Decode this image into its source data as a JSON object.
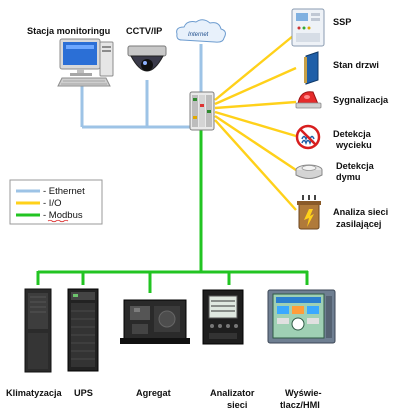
{
  "top_devices": {
    "monitoring_station": "Stacja monitoringu",
    "cctv": "CCTV/IP",
    "internet": "Internet"
  },
  "io_devices": {
    "ssp": "SSP",
    "door": "Stan drzwi",
    "alarm": "Sygnalizacja",
    "leak_1": "Detekcja",
    "leak_2": "wycieku",
    "smoke_1": "Detekcja",
    "smoke_2": "dymu",
    "power_1": "Analiza sieci",
    "power_2": "zasilającej"
  },
  "legend": {
    "ethernet": "- Ethernet",
    "io": "- I/O",
    "modbus": "- Modbus"
  },
  "bottom_devices": {
    "climate": "Klimatyzacja",
    "ups": "UPS",
    "genset": "Agregat",
    "analyzer_1": "Analizator",
    "analyzer_2": "sieci",
    "hmi_1": "Wyświe-",
    "hmi_2": "tlacz/HMI"
  },
  "colors": {
    "ethernet": "#9dc3e6",
    "io": "#ffd11a",
    "modbus": "#22c422"
  }
}
